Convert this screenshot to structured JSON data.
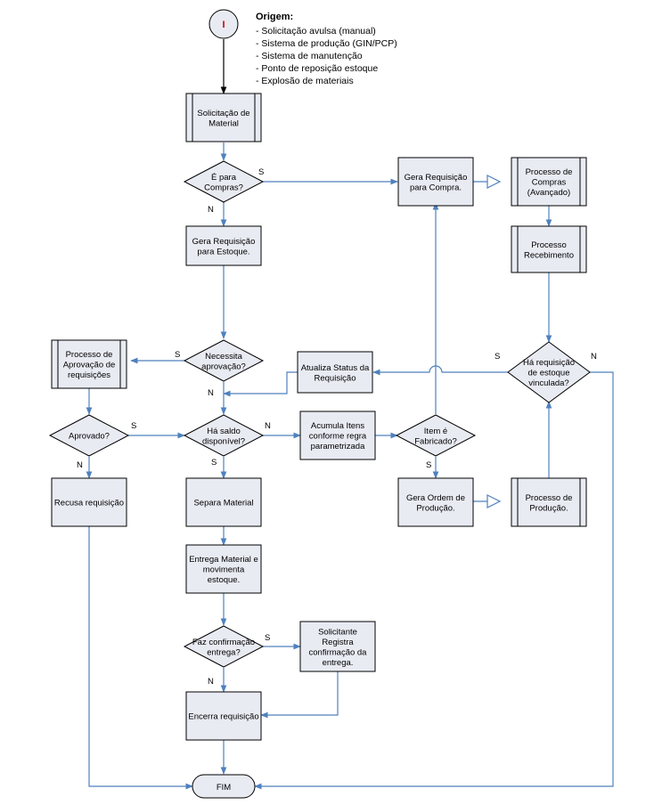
{
  "origin": {
    "title": "Origem:",
    "items": [
      "- Solicitação avulsa (manual)",
      "- Sistema de produção (GIN/PCP)",
      "- Sistema de manutenção",
      "- Ponto de reposição estoque",
      "- Explosão de materiais"
    ]
  },
  "start": {
    "label": "I"
  },
  "end": {
    "label": "FIM"
  },
  "nodes": {
    "solicitacao": [
      "Solicitação de",
      "Material"
    ],
    "e_compras": [
      "É para",
      "Compras?"
    ],
    "gera_req_estoque": [
      "Gera Requisição",
      "para Estoque."
    ],
    "necessita_aprov": [
      "Necessita",
      "aprovação?"
    ],
    "proc_aprov": [
      "Processo de",
      "Aprovação de",
      "requisições"
    ],
    "aprovado": [
      "Aprovado?"
    ],
    "recusa": [
      "Recusa requisição"
    ],
    "ha_saldo": [
      "Há saldo",
      "disponível?"
    ],
    "acumula": [
      "Acumula Itens",
      "conforme regra",
      "parametrizada"
    ],
    "item_fabricado": [
      "Item é",
      "Fabricado?"
    ],
    "gera_ordem": [
      "Gera Ordem de",
      "Produção."
    ],
    "proc_producao": [
      "Processo de",
      "Produção."
    ],
    "separa": [
      "Separa Material"
    ],
    "entrega": [
      "Entrega Material e",
      "movimenta",
      "estoque."
    ],
    "faz_confirm": [
      "Faz confirmação",
      "entrega?"
    ],
    "solicitante": [
      "Solicitante",
      "Registra",
      "confirmação da",
      "entrega."
    ],
    "encerra": [
      "Encerra requisição"
    ],
    "gera_req_compra": [
      "Gera Requisição",
      "para Compra."
    ],
    "proc_compras": [
      "Processo de",
      "Compras",
      "(Avançado)"
    ],
    "proc_receb": [
      "Processo",
      "Recebimento"
    ],
    "atualiza": [
      "Atualiza Status da",
      "Requisição"
    ],
    "ha_req_vinc": [
      "Há requisição",
      "de estoque",
      "vinculada?"
    ]
  },
  "edge_labels": {
    "compras_s": "S",
    "compras_n": "N",
    "aprov_s": "S",
    "aprov_n": "N",
    "aprovado_s": "S",
    "aprovado_n": "N",
    "saldo_n": "N",
    "saldo_s": "S",
    "fabricado_s": "S",
    "confirm_s": "S",
    "confirm_n": "N",
    "vinc_s": "S",
    "vinc_n": "N"
  },
  "colors": {
    "node_fill": "#e9ebf3",
    "node_stroke": "#000000",
    "flow": "#4f81bd",
    "start_letter": "#cc0000"
  }
}
